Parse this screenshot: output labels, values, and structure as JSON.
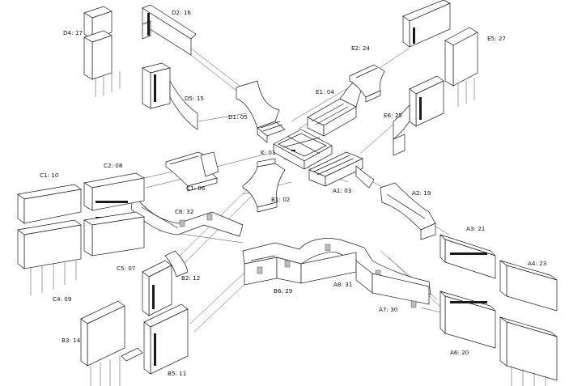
{
  "labels": {
    "D2": "D2: 16",
    "D4": "D4: 17",
    "D5": "D5: 15",
    "D1": "D1: 05",
    "E1": "E1: 04",
    "E2": "E2: 24",
    "E5": "E5: 27",
    "E6": "E6: 25",
    "K": "K: 01",
    "C1_10": "C1: 10",
    "C2": "C2: 08",
    "C1_06": "C1: 06",
    "B1": "B1: 02",
    "A1": "A1: 03",
    "A2": "A2: 19",
    "C6": "C6: 32",
    "A3": "A3: 21",
    "A4": "A4: 23",
    "C5": "C5: 07",
    "C4": "C4: 09",
    "B2": "B2: 12",
    "B6": "B6: 29",
    "A8": "A8: 31",
    "A7": "A7: 30",
    "B3": "B3: 14",
    "B5": "B5: 11",
    "A6": "A6: 20"
  }
}
